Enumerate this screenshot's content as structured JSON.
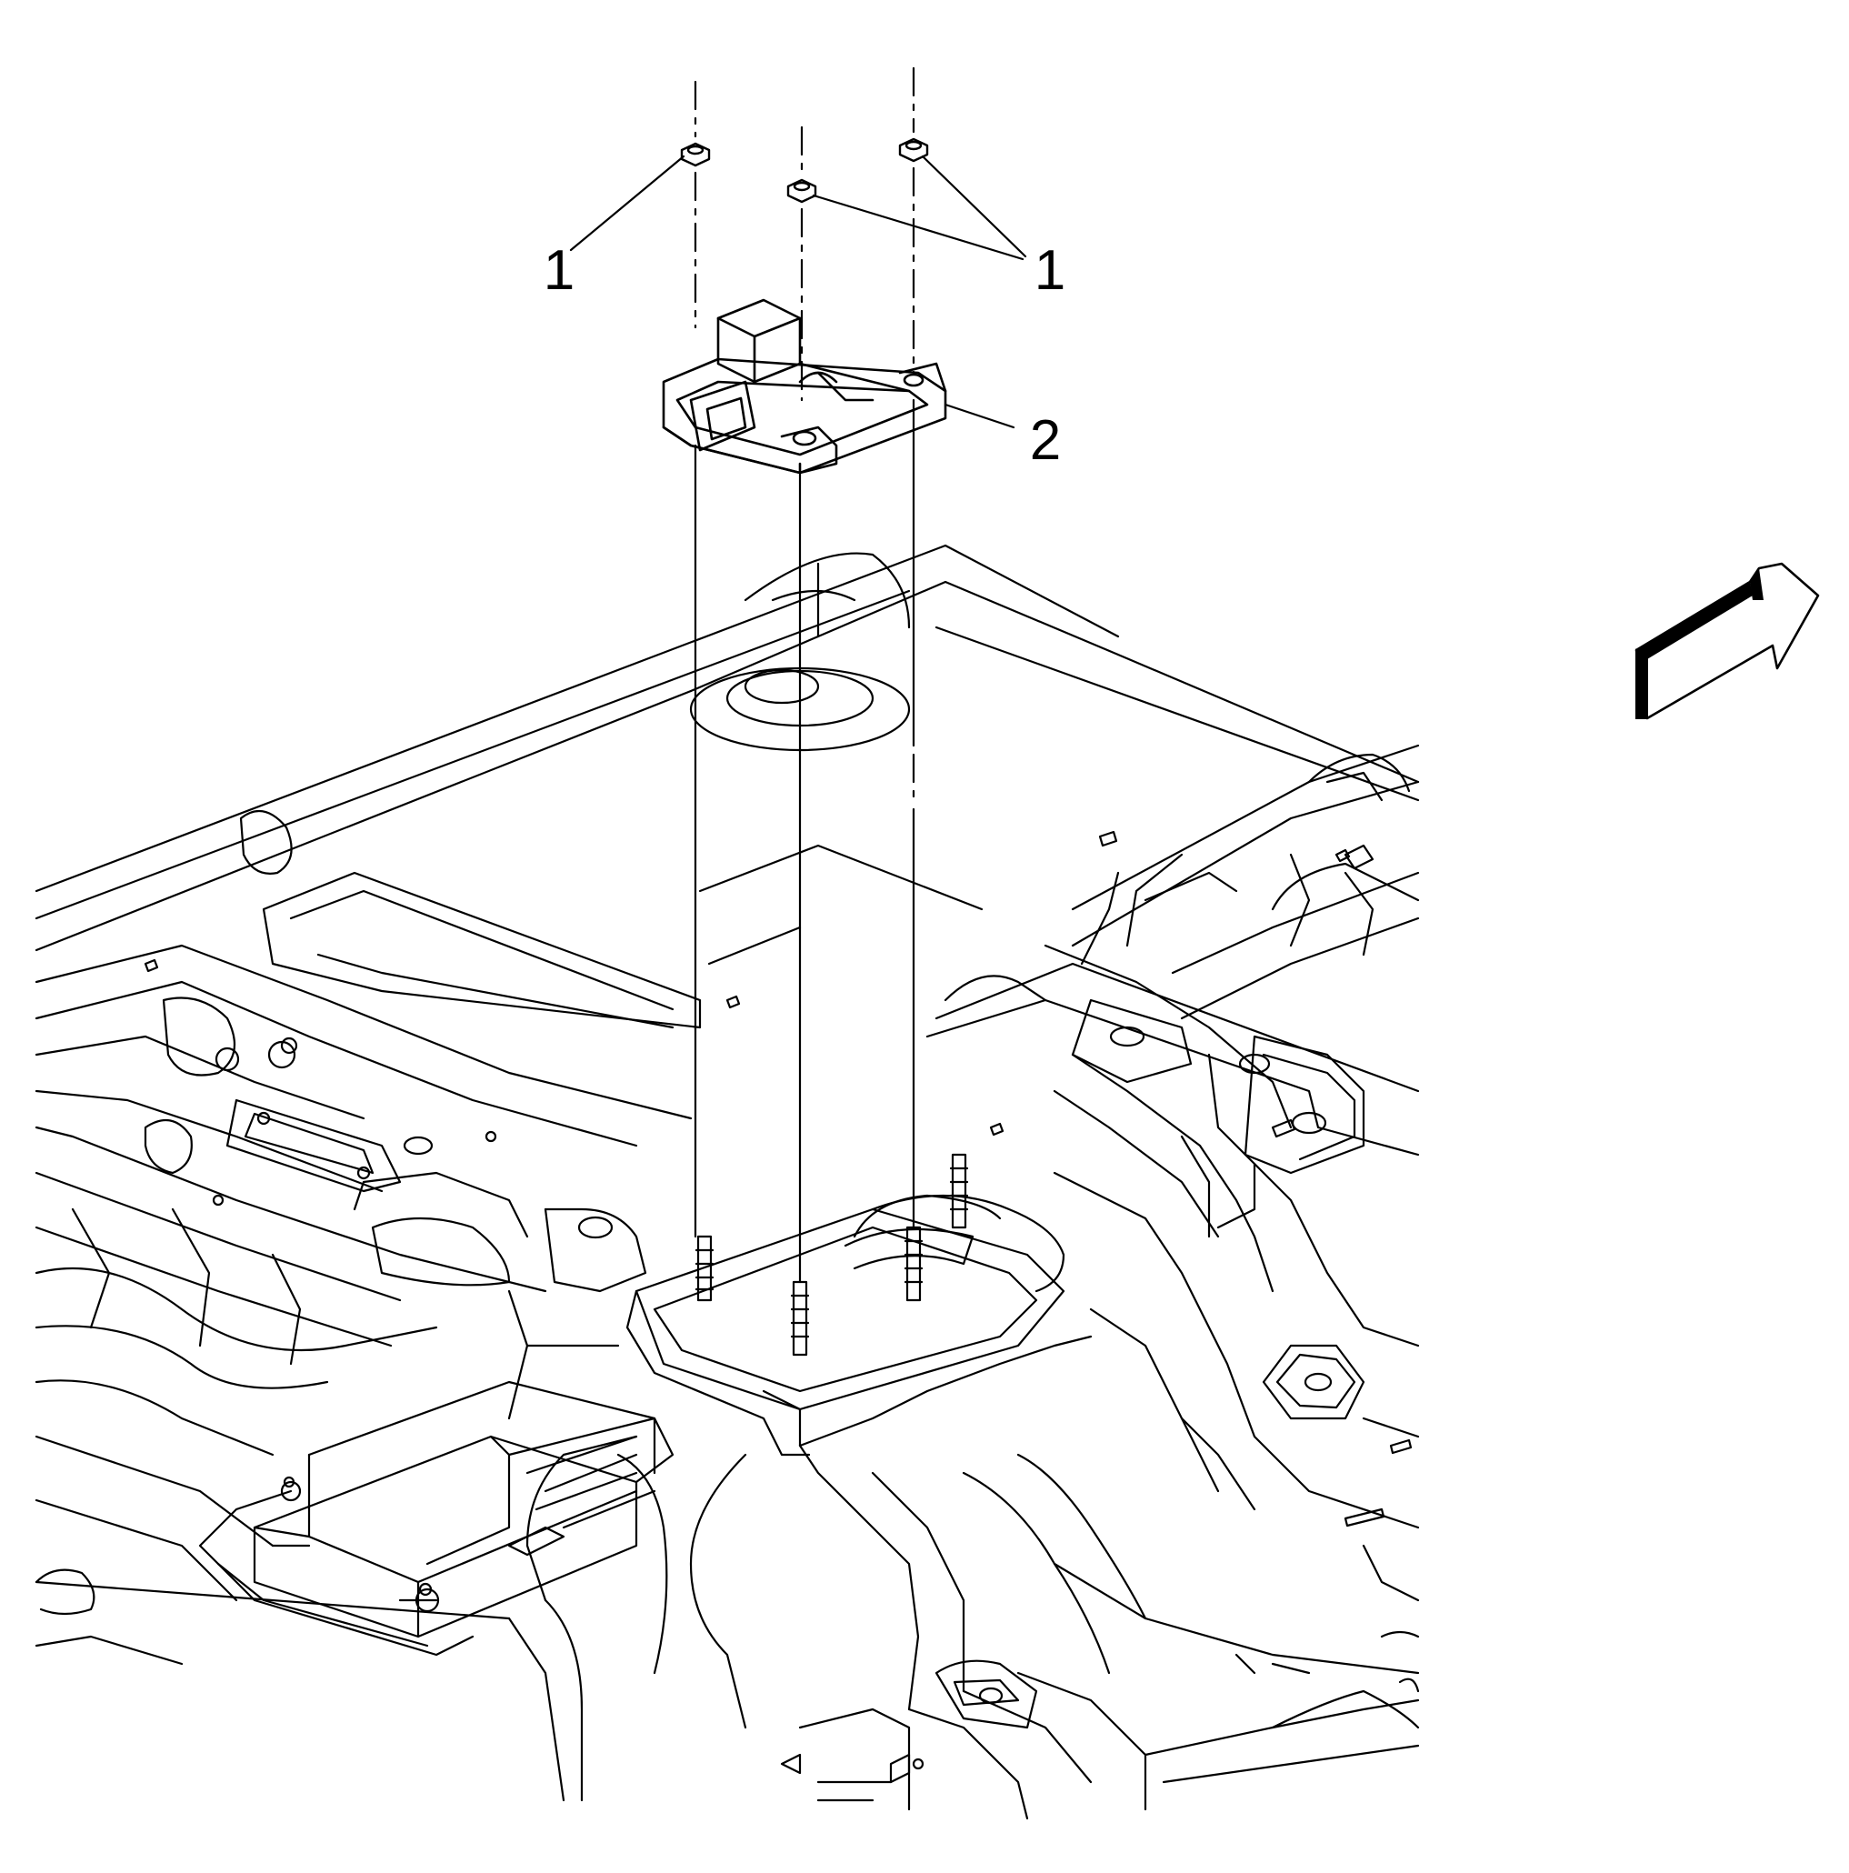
{
  "callouts": {
    "nut_left": "1",
    "nut_right": "1",
    "sensor_module": "2"
  },
  "colors": {
    "line": "#000000",
    "background": "#ffffff"
  },
  "icons": {
    "direction_arrow": "forward-direction-arrow-icon"
  }
}
